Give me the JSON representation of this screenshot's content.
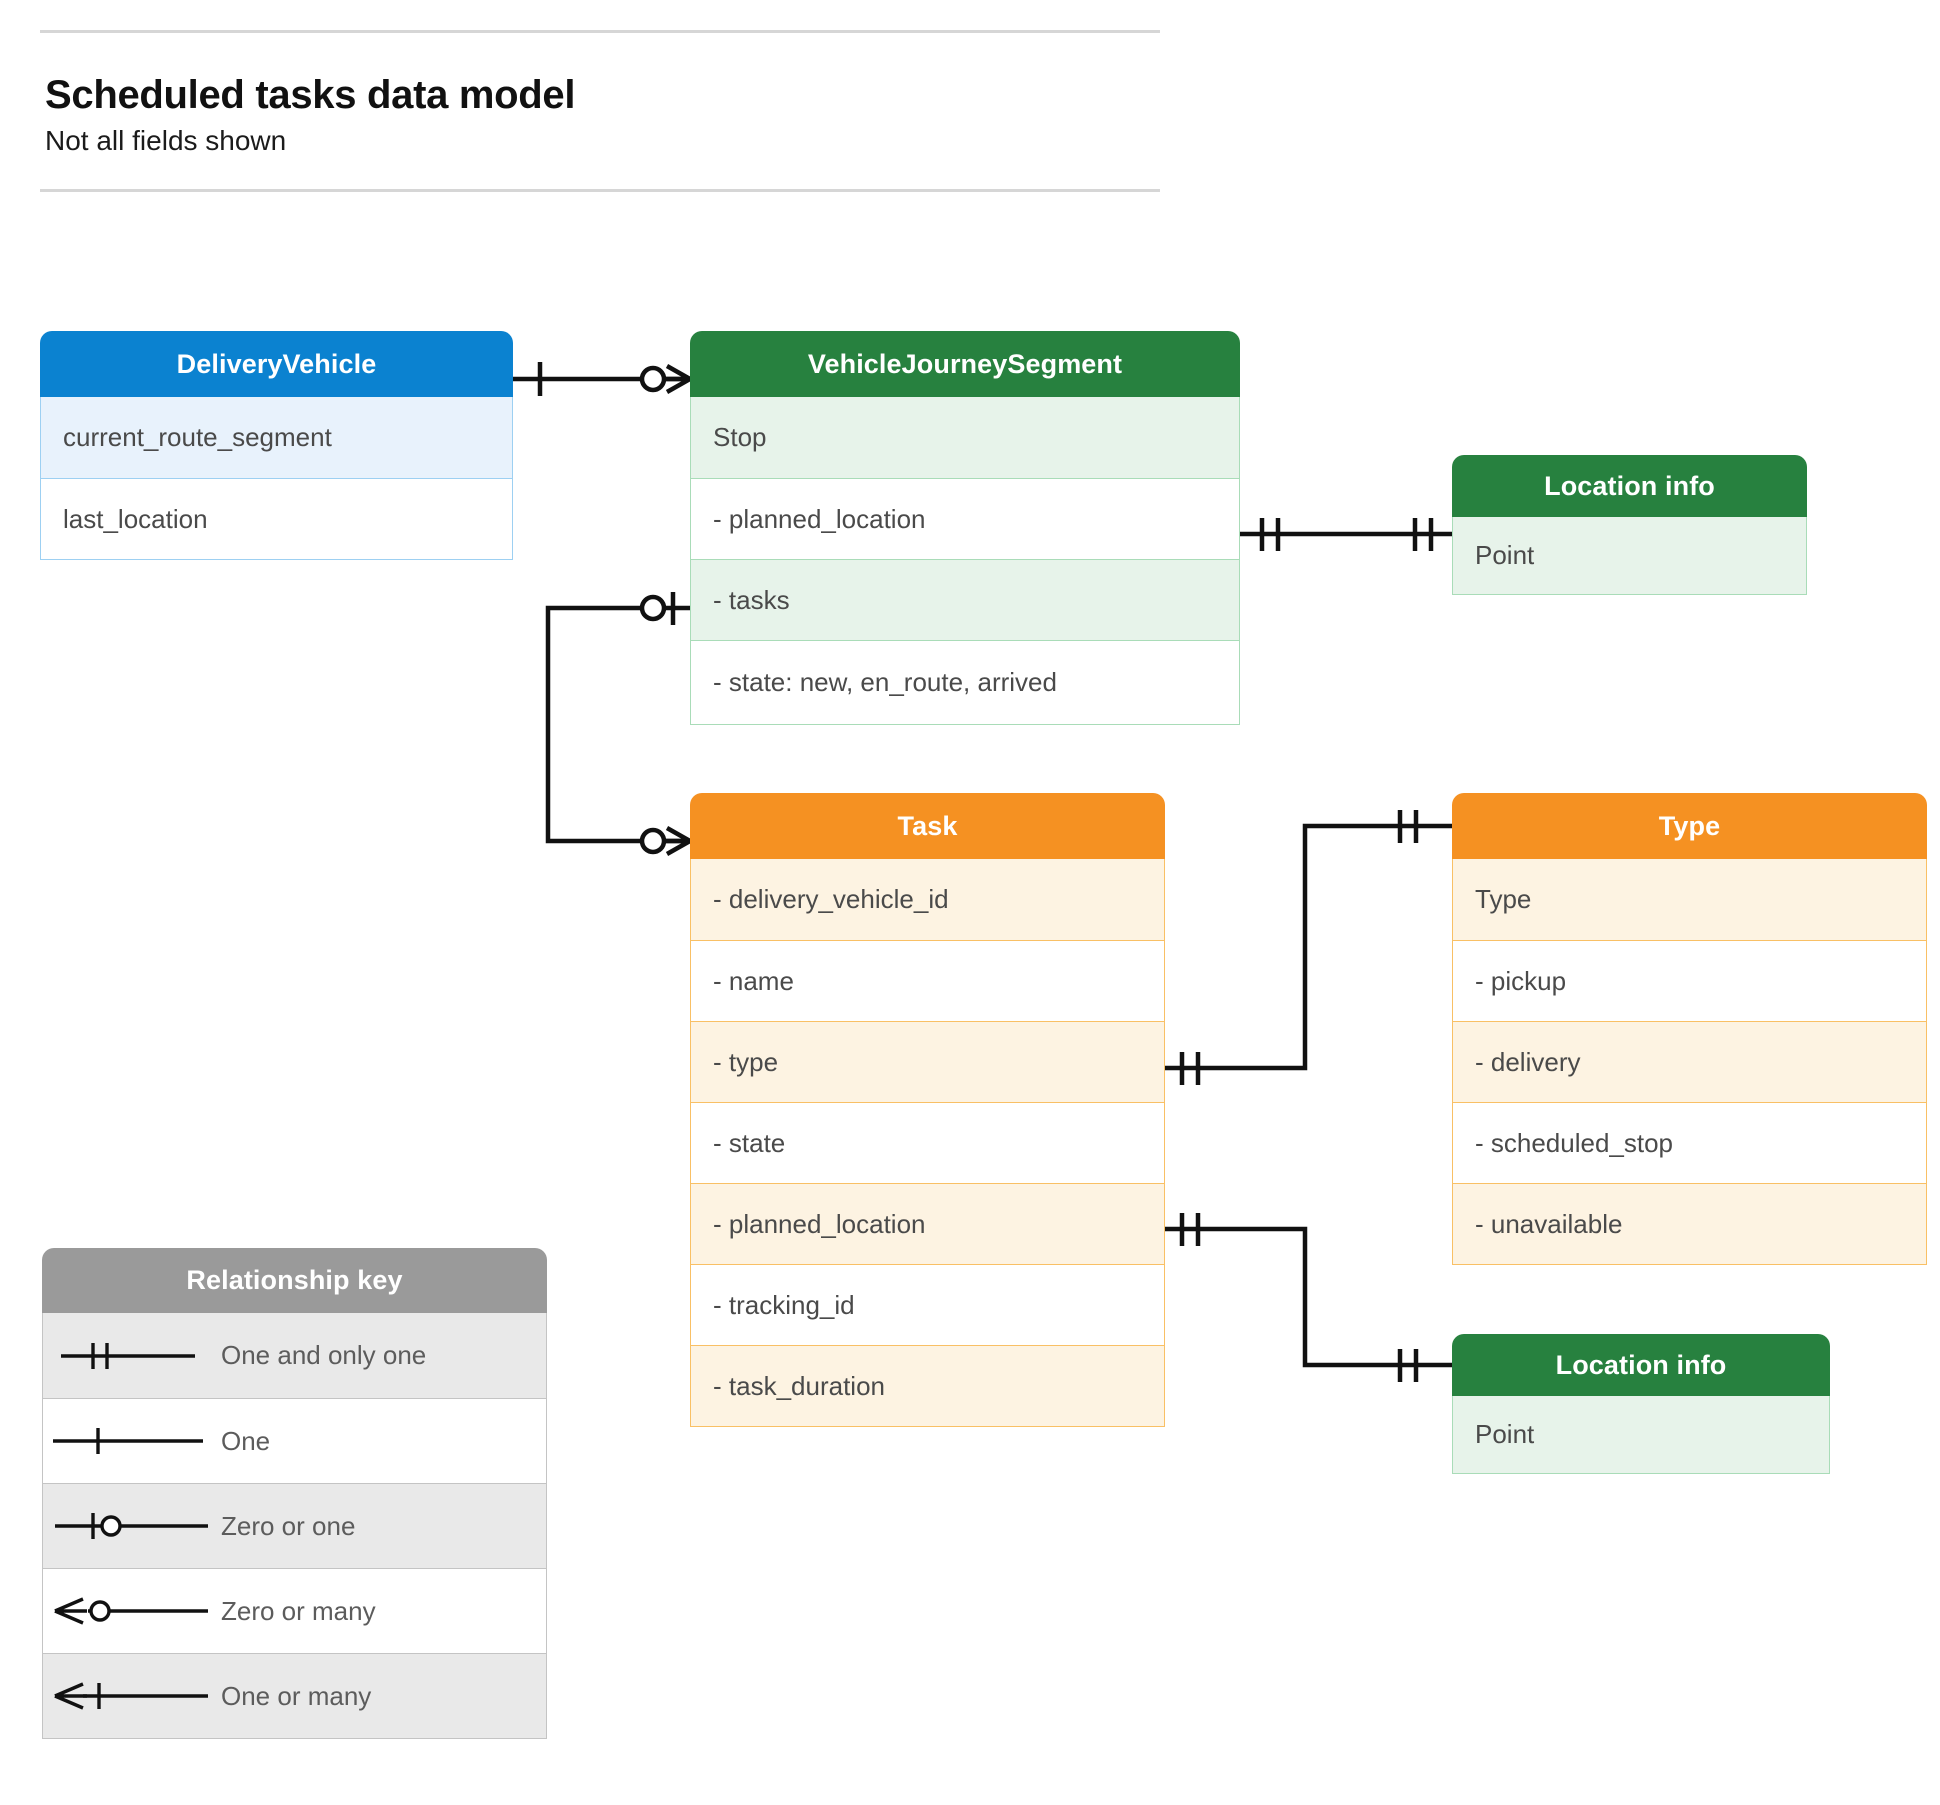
{
  "header": {
    "title": "Scheduled tasks data model",
    "subtitle": "Not all fields shown"
  },
  "entities": {
    "delivery_vehicle": {
      "title": "DeliveryVehicle",
      "color": "#0b82d0",
      "rows": [
        "current_route_segment",
        "last_location"
      ]
    },
    "vehicle_journey_segment": {
      "title": "VehicleJourneySegment",
      "color": "#27813f",
      "rows": [
        "Stop",
        "-  planned_location",
        "- tasks",
        "- state: new, en_route, arrived"
      ]
    },
    "location_info_top": {
      "title": "Location info",
      "color": "#27813f",
      "rows": [
        "Point"
      ]
    },
    "location_info_bottom": {
      "title": "Location info",
      "color": "#27813f",
      "rows": [
        "Point"
      ]
    },
    "task": {
      "title": "Task",
      "color": "#f59122",
      "rows": [
        "- delivery_vehicle_id",
        "- name",
        "- type",
        "- state",
        "- planned_location",
        "- tracking_id",
        "- task_duration"
      ]
    },
    "type": {
      "title": "Type",
      "color": "#f59122",
      "rows": [
        "Type",
        "-  pickup",
        "-  delivery",
        "-  scheduled_stop",
        "-  unavailable"
      ]
    }
  },
  "legend": {
    "title": "Relationship key",
    "items": [
      {
        "symbol": "one-and-only-one",
        "label": "One and only one"
      },
      {
        "symbol": "one",
        "label": "One"
      },
      {
        "symbol": "zero-or-one",
        "label": "Zero or one"
      },
      {
        "symbol": "zero-or-many",
        "label": "Zero or many"
      },
      {
        "symbol": "one-or-many",
        "label": "One or many"
      }
    ]
  },
  "relationships": [
    {
      "from": "delivery_vehicle",
      "from_notation": "one",
      "to": "vehicle_journey_segment",
      "to_notation": "zero-or-many"
    },
    {
      "from": "vehicle_journey_segment.tasks",
      "from_notation": "zero-or-one",
      "to": "task",
      "to_notation": "zero-or-many"
    },
    {
      "from": "vehicle_journey_segment.planned_location",
      "from_notation": "one-and-only-one",
      "to": "location_info_top",
      "to_notation": "one-and-only-one"
    },
    {
      "from": "task.type",
      "from_notation": "one-and-only-one",
      "to": "type",
      "to_notation": "one-and-only-one"
    },
    {
      "from": "task.planned_location",
      "from_notation": "one-and-only-one",
      "to": "location_info_bottom",
      "to_notation": "one-and-only-one"
    }
  ]
}
